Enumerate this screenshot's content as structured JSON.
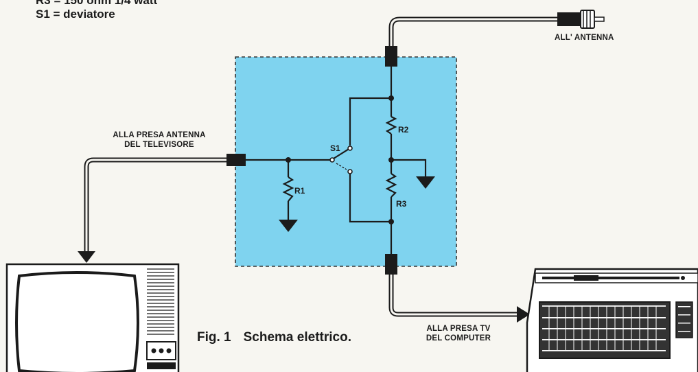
{
  "legend": {
    "line1": "R3 = 150 ohm 1/4 watt",
    "line2": "S1 = deviatore"
  },
  "labels": {
    "antenna": "ALL' ANTENNA",
    "tv_line1": "ALLA PRESA ANTENNA",
    "tv_line2": "DEL TELEVISORE",
    "computer_line1": "ALLA PRESA TV",
    "computer_line2": "DEL COMPUTER"
  },
  "components": {
    "r1": "R1",
    "r2": "R2",
    "r3": "R3",
    "s1": "S1"
  },
  "caption": {
    "fig": "Fig. 1",
    "title": "Schema elettrico."
  },
  "colors": {
    "panel_fill": "#7fd3ef",
    "ink": "#1b1b1b",
    "background": "#f7f6f1"
  }
}
